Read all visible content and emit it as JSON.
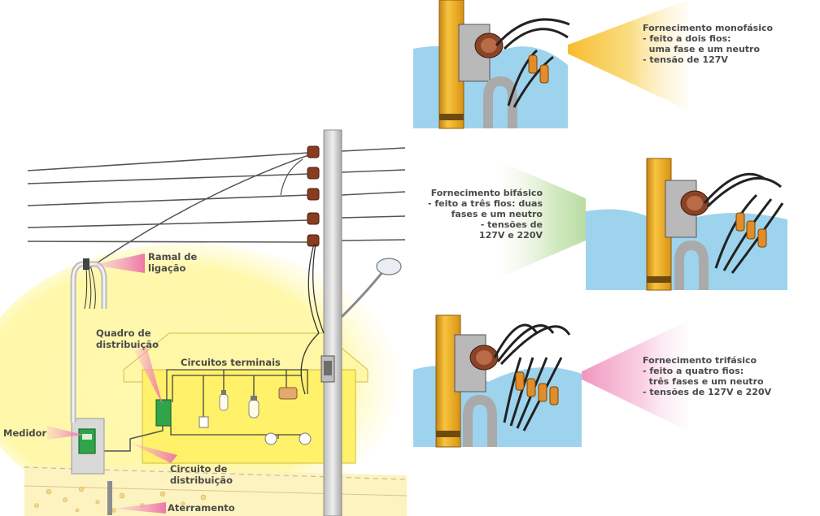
{
  "labels": {
    "ramal": [
      "Ramal de",
      "ligação"
    ],
    "quadro": [
      "Quadro de",
      "distribuição"
    ],
    "circuitos": "Circuitos terminais",
    "medidor": "Medidor",
    "circuito_dist": [
      "Circuito de",
      "distribuição"
    ],
    "aterramento": "Aterramento"
  },
  "supply": {
    "mono": {
      "title": "Fornecimento monofásico",
      "lines": [
        "- feito a dois fios:",
        "  uma fase e um neutro",
        "- tensão de 127V"
      ]
    },
    "bi": {
      "title": "Fornecimento bifásico",
      "lines": [
        "- feito a três fios: duas",
        "fases e um neutro",
        "- tensões de",
        "127V e 220V"
      ]
    },
    "tri": {
      "title": "Fornecimento trifásico",
      "lines": [
        "- feito a quatro fios:",
        "  três fases e um neutro",
        "- tensões de 127V e 220V"
      ]
    }
  },
  "colors": {
    "mono_cone": "#f6c233",
    "bi_cone": "#a6d08a",
    "tri_cone": "#f3a4c6",
    "pole_yellow": "#f2b52a",
    "sky_blue": "#9ed3ee",
    "house_yellow": "#fff26a",
    "meter_green": "#2fa44b",
    "pointer_pink": "#f08fb4"
  }
}
